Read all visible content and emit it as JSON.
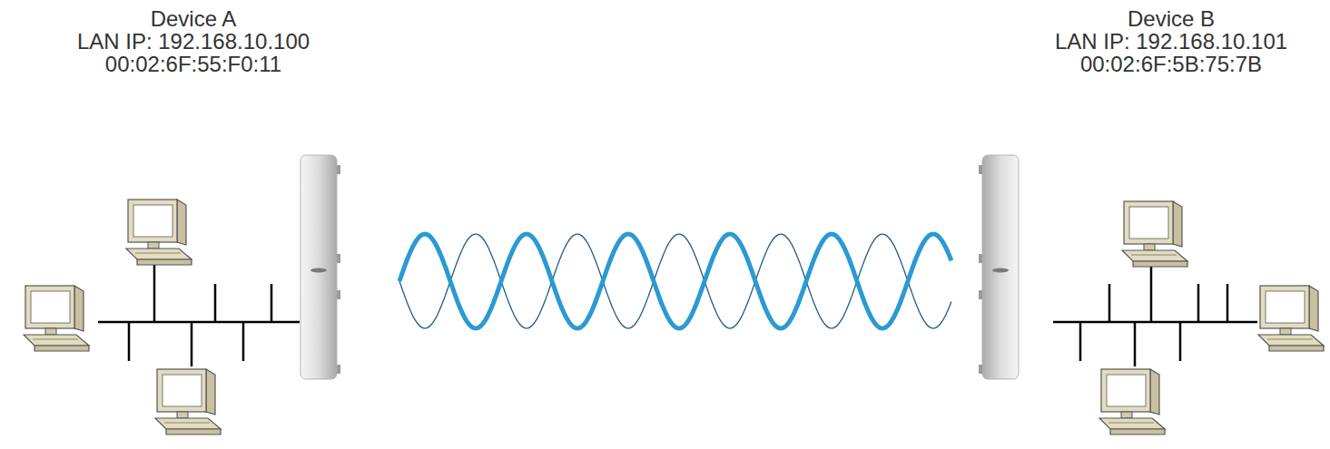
{
  "diagram": {
    "nodes": [
      {
        "text": [
          "Device A",
          "LAN IP: 192.168.10.100",
          "00:02:6F:55:F0:11"
        ]
      },
      {
        "text": [
          "Device B",
          "LAN IP: 192.168.10.101",
          "00:02:6F:5B:75:7B"
        ]
      }
    ],
    "edges": [
      {
        "from": 0,
        "to": 1,
        "arrow": "none"
      }
    ]
  }
}
